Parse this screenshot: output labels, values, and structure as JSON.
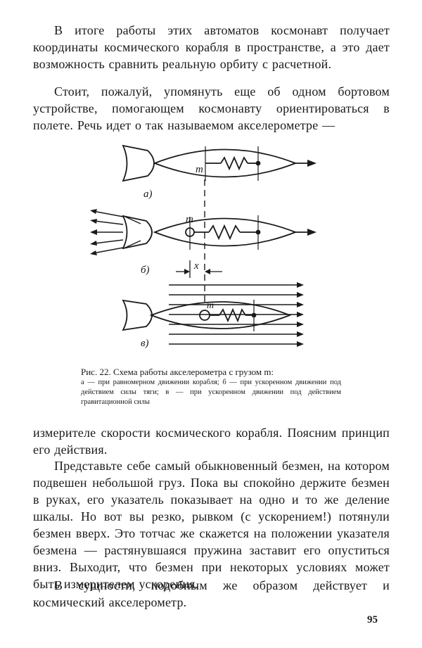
{
  "page": {
    "paragraphs": [
      "В итоге работы этих автоматов космонавт получает координаты космического корабля в пространстве, а это дает возможность сравнить реальную орбиту с расчетной.",
      "Стоит, пожалуй, упомянуть еще об одном бортовом устройстве, помогающем космонавту ориентироваться в полете. Речь идет о так называемом акселерометре —",
      "измерителе скорости космического корабля. Поясним принцип его действия.",
      "Представьте себе самый обыкновенный безмен, на котором подвешен небольшой груз. Пока вы спокойно держите безмен в руках, его указатель показывает на одно и то же деление шкалы. Но вот вы резко, рывком (с ускорением!) потянули безмен вверх. Это тотчас же скажется на положении указателя безмена — растянувшаяся пружина заставит его опуститься вниз. Выходит, что безмен при некоторых условиях может быть измерителем ускорения.",
      "В сущности, подобным же образом действует и космический акселерометр."
    ],
    "page_number": "95"
  },
  "figure": {
    "mass_label": "m",
    "offset_label": "x",
    "panels": [
      {
        "letter": "а)",
        "state": "uniform motion"
      },
      {
        "letter": "б)",
        "state": "thrust acceleration"
      },
      {
        "letter": "в)",
        "state": "gravitational acceleration"
      }
    ],
    "caption_title": "Рис. 22. Схема работы акселерометра с грузом m:",
    "caption_text": "а — при равномерном движении корабля; б — при ускоренном движении под действием силы тяги; в — при ускоренном движении под действием гравитационной силы"
  }
}
